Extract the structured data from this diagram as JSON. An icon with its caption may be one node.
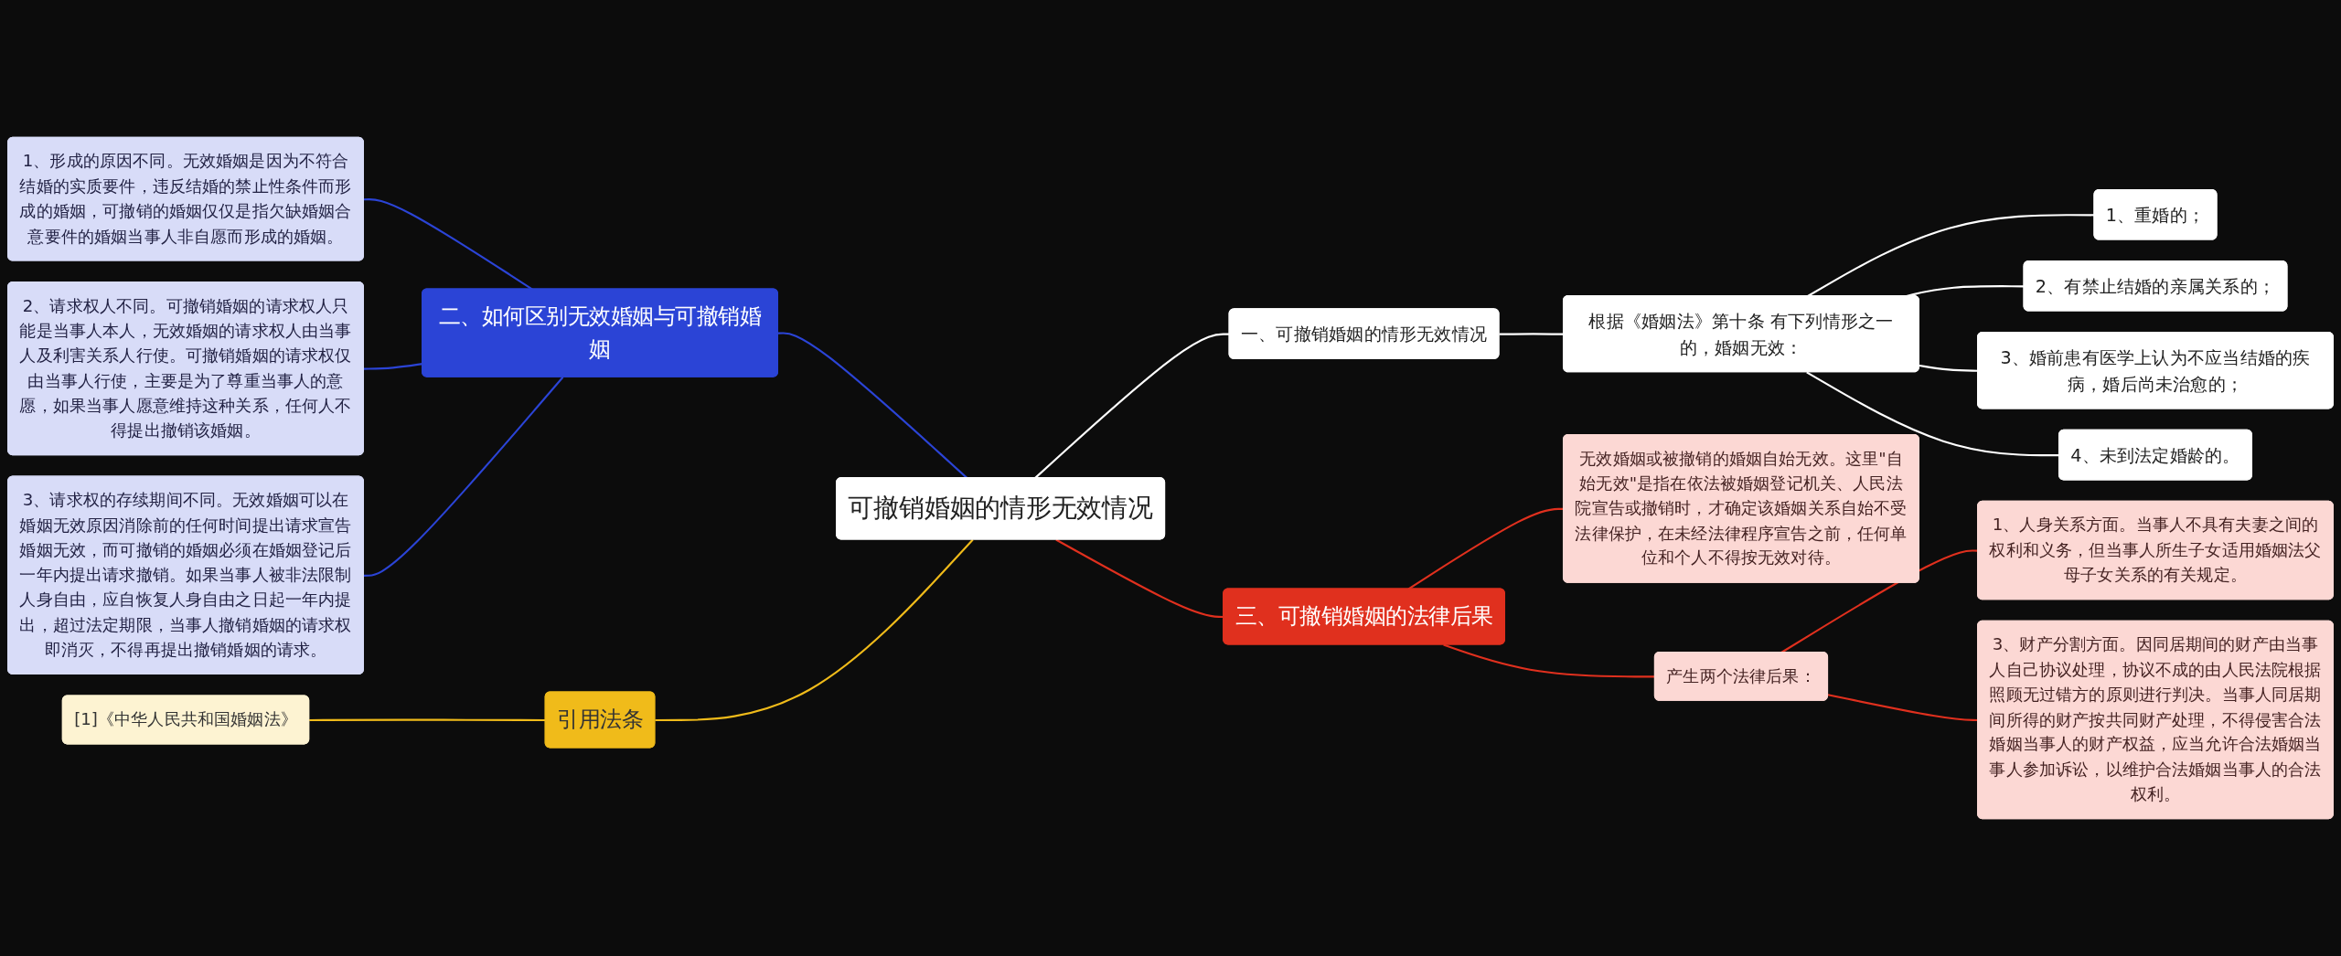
{
  "diagram": {
    "nodes": [
      {
        "text": [
          "可撤销婚姻的情形无效情况"
        ]
      },
      {
        "text": [
          "二、如何区别无效婚姻与可撤销婚姻"
        ]
      },
      {
        "text": [
          "1、形成的原因不同。无效婚姻是因为不符合结婚的实质要件，违反结婚的禁止性条件而形成的婚姻，可撤销的婚姻仅仅是指欠缺婚姻合意要件的婚姻当事人非自愿而形成的婚姻。"
        ]
      },
      {
        "text": [
          "2、请求权人不同。可撤销婚姻的请求权人只能是当事人本人，无效婚姻的请求权人由当事人及利害关系人行使。可撤销婚姻的请求权仅由当事人行使，主要是为了尊重当事人的意愿，如果当事人愿意维持这种关系，任何人不得提出撤销该婚姻。"
        ]
      },
      {
        "text": [
          "3、请求权的存续期间不同。无效婚姻可以在婚姻无效原因消除前的任何时间提出请求宣告婚姻无效，而可撤销的婚姻必须在婚姻登记后一年内提出请求撤销。如果当事人被非法限制人身自由，应自恢复人身自由之日起一年内提出，超过法定期限，当事人撤销婚姻的请求权即消灭，不得再提出撤销婚姻的请求。"
        ]
      },
      {
        "text": [
          "引用法条"
        ]
      },
      {
        "text": [
          "[1]《中华人民共和国婚姻法》"
        ]
      },
      {
        "text": [
          "一、可撤销婚姻的情形无效情况"
        ]
      },
      {
        "text": [
          "根据《婚姻法》第十条 有下列情形之一的，婚姻无效："
        ]
      },
      {
        "text": [
          "1、重婚的；"
        ]
      },
      {
        "text": [
          "2、有禁止结婚的亲属关系的；"
        ]
      },
      {
        "text": [
          "3、婚前患有医学上认为不应当结婚的疾病，婚后尚未治愈的；"
        ]
      },
      {
        "text": [
          "4、未到法定婚龄的。"
        ]
      },
      {
        "text": [
          "三、可撤销婚姻的法律后果"
        ]
      },
      {
        "text": [
          "无效婚姻或被撤销的婚姻自始无效。这里\"自始无效\"是指在依法被婚姻登记机关、人民法院宣告或撤销时，才确定该婚姻关系自始不受法律保护，在未经法律程序宣告之前，任何单位和个人不得按无效对待。"
        ]
      },
      {
        "text": [
          "产生两个法律后果："
        ]
      },
      {
        "text": [
          "1、人身关系方面。当事人不具有夫妻之间的权利和义务，但当事人所生子女适用婚姻法父母子女关系的有关规定。"
        ]
      },
      {
        "text": [
          "3、财产分割方面。因同居期间的财产由当事人自己协议处理，协议不成的由人民法院根据照顾无过错方的原则进行判决。当事人同居期间所得的财产按共同财产处理，不得侵害合法婚姻当事人的财产权益，应当允许合法婚姻当事人参加诉讼，以维护合法婚姻当事人的合法权利。"
        ]
      }
    ],
    "edges": [
      {
        "from": 2,
        "to": 1,
        "arrow": "none",
        "color": "#2b44d6"
      },
      {
        "from": 3,
        "to": 1,
        "arrow": "none",
        "color": "#2b44d6"
      },
      {
        "from": 4,
        "to": 1,
        "arrow": "none",
        "color": "#2b44d6"
      },
      {
        "from": 1,
        "to": 0,
        "arrow": "none",
        "color": "#2b44d6"
      },
      {
        "from": 6,
        "to": 5,
        "arrow": "none",
        "color": "#f0bb1a"
      },
      {
        "from": 5,
        "to": 0,
        "arrow": "none",
        "color": "#f0bb1a"
      },
      {
        "from": 0,
        "to": 7,
        "arrow": "none"
      },
      {
        "from": 7,
        "to": 8,
        "arrow": "none"
      },
      {
        "from": 8,
        "to": 9,
        "arrow": "none"
      },
      {
        "from": 8,
        "to": 10,
        "arrow": "none"
      },
      {
        "from": 8,
        "to": 11,
        "arrow": "none"
      },
      {
        "from": 8,
        "to": 12,
        "arrow": "none"
      },
      {
        "from": 0,
        "to": 13,
        "arrow": "none",
        "color": "#e0301e"
      },
      {
        "from": 13,
        "to": 14,
        "arrow": "none",
        "color": "#e0301e"
      },
      {
        "from": 13,
        "to": 15,
        "arrow": "none",
        "color": "#e0301e"
      },
      {
        "from": 15,
        "to": 16,
        "arrow": "none",
        "color": "#e0301e"
      },
      {
        "from": 15,
        "to": 17,
        "arrow": "none",
        "color": "#e0301e"
      }
    ]
  }
}
